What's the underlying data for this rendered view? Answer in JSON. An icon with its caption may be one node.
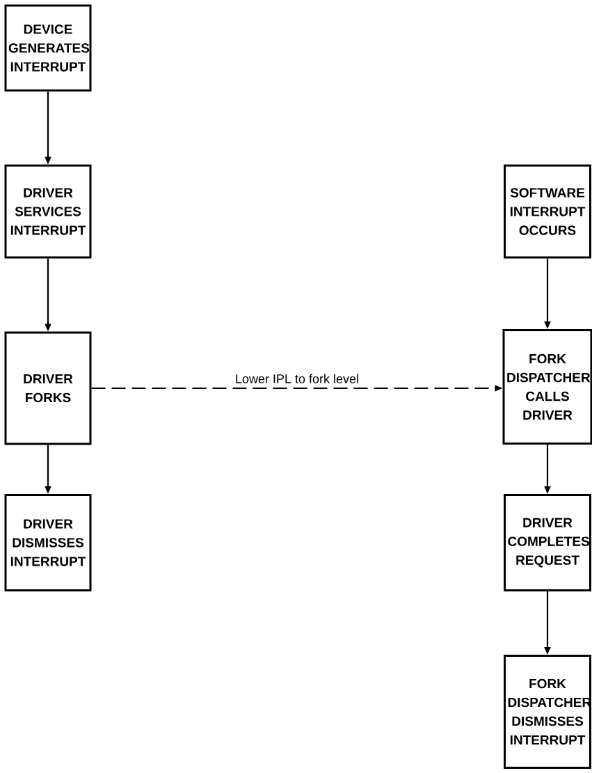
{
  "diagram": {
    "nodes": [
      {
        "text": [
          "DEVICE GENERATES INTERRUPT"
        ]
      },
      {
        "text": [
          "DRIVER SERVICES INTERRUPT"
        ]
      },
      {
        "text": [
          "DRIVER FORKS"
        ]
      },
      {
        "text": [
          "DRIVER DISMISSES INTERRUPT"
        ]
      },
      {
        "text": [
          "SOFTWARE INTERRUPT OCCURS"
        ]
      },
      {
        "text": [
          "FORK DISPATCHER CALLS DRIVER"
        ]
      },
      {
        "text": [
          "DRIVER COMPLETES REQUEST"
        ]
      },
      {
        "text": [
          "FORK DISPATCHER DISMISSES INTERRUPT"
        ]
      }
    ],
    "edges": [
      {
        "from": 0,
        "to": 1,
        "arrow": "to"
      },
      {
        "from": 1,
        "to": 2,
        "arrow": "to"
      },
      {
        "from": 2,
        "to": 3,
        "arrow": "to"
      },
      {
        "from": 2,
        "to": 5,
        "arrow": "to",
        "label": "Lower IPL to fork level",
        "style": "dashed"
      },
      {
        "from": 4,
        "to": 5,
        "arrow": "to"
      },
      {
        "from": 5,
        "to": 6,
        "arrow": "to"
      },
      {
        "from": 6,
        "to": 7,
        "arrow": "to"
      }
    ]
  }
}
